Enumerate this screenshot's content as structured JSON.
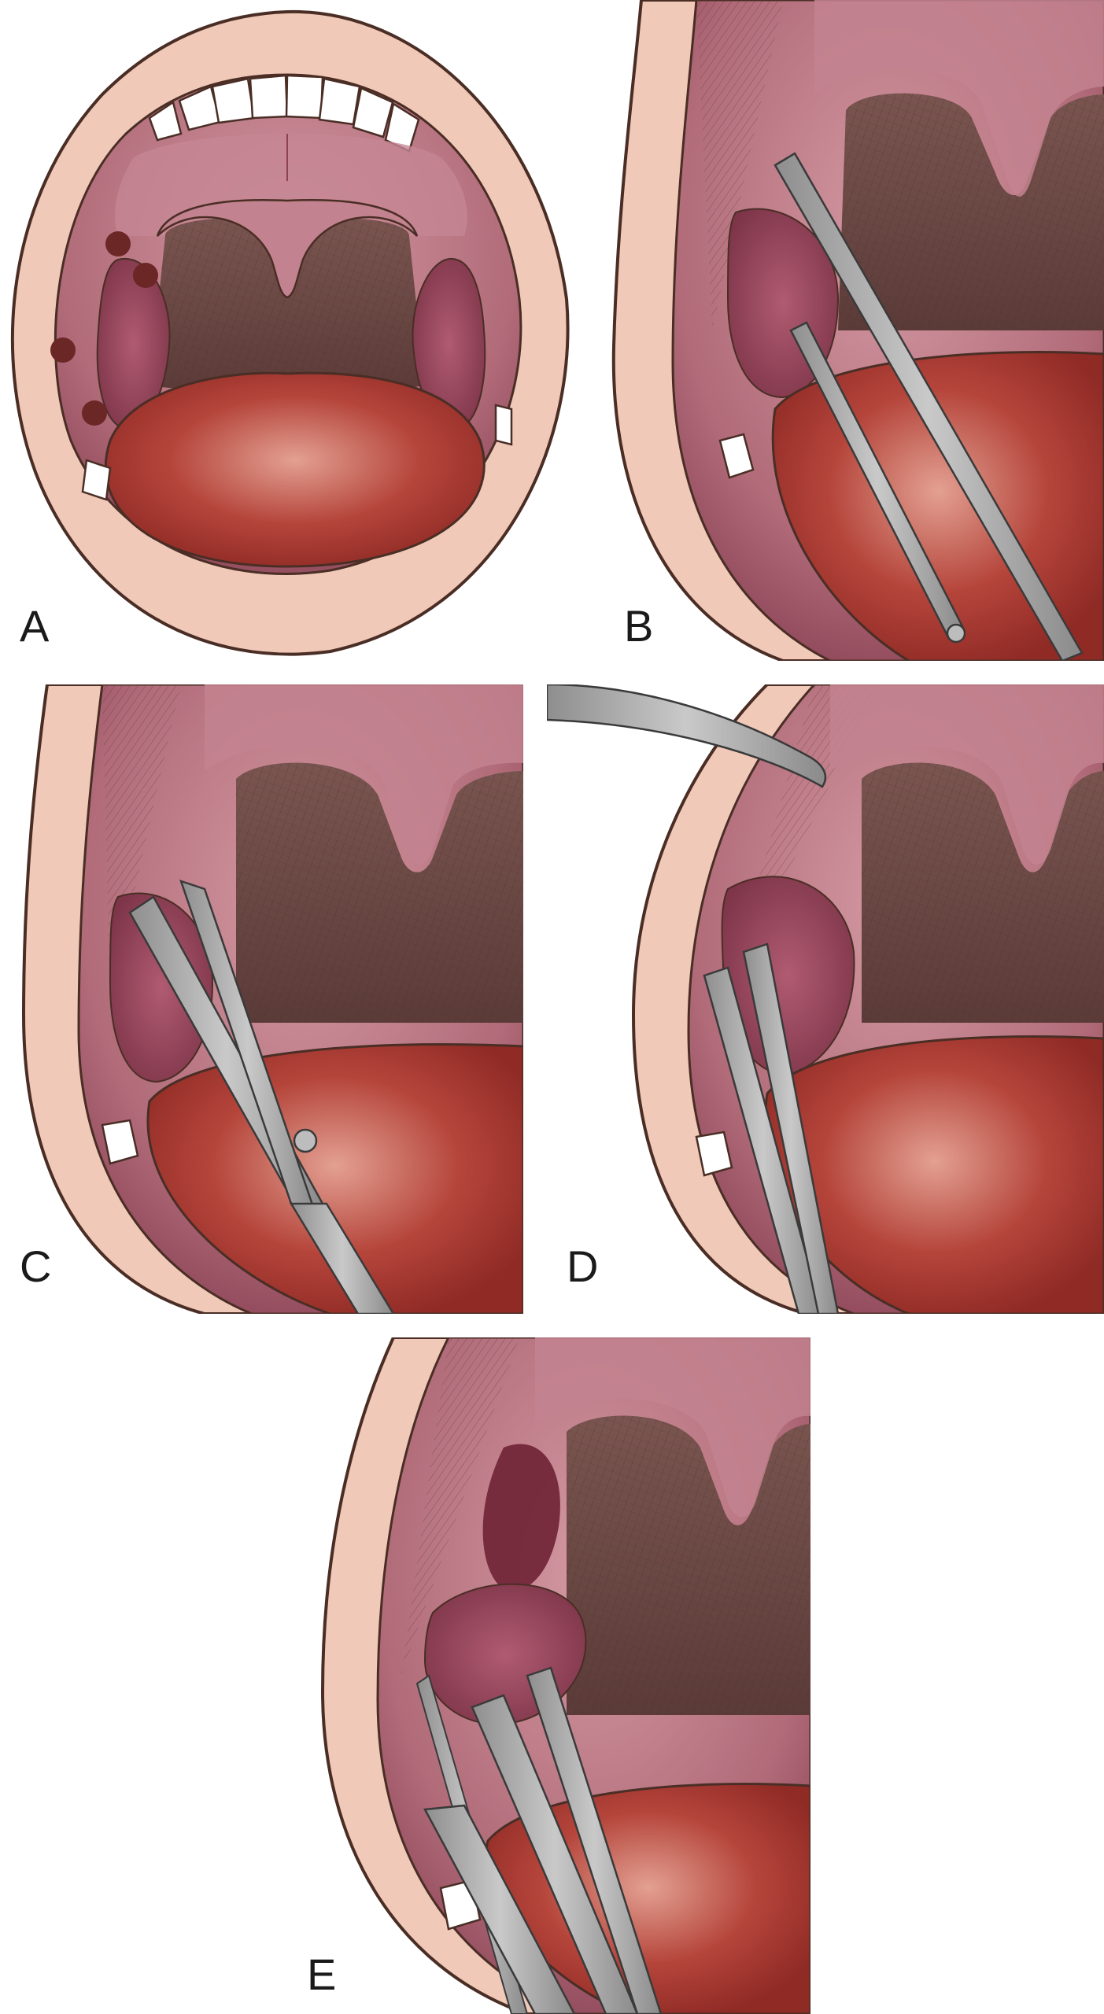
{
  "figure": {
    "panels": [
      {
        "id": "A",
        "label": "A",
        "instrument": "none",
        "markers": 4
      },
      {
        "id": "B",
        "label": "B",
        "instrument": "scissors-and-elevator"
      },
      {
        "id": "C",
        "label": "C",
        "instrument": "curved-scissors"
      },
      {
        "id": "D",
        "label": "D",
        "instrument": "clamp-and-tenaculum"
      },
      {
        "id": "E",
        "label": "E",
        "instrument": "snare-and-tenaculum"
      }
    ],
    "colors": {
      "skin": "#f1c9b8",
      "lip_outline": "#4a2e25",
      "mucosa": "#b36a78",
      "mucosa_dark": "#8e4153",
      "pharynx": "#6d4a45",
      "tongue": "#a8352e",
      "tongue_highlight": "#d9867a",
      "tonsil": "#93455a",
      "teeth": "#ffffff",
      "steel": "#a9a9a9",
      "steel_dark": "#6e6e6e",
      "marker": "#6b2626"
    }
  }
}
